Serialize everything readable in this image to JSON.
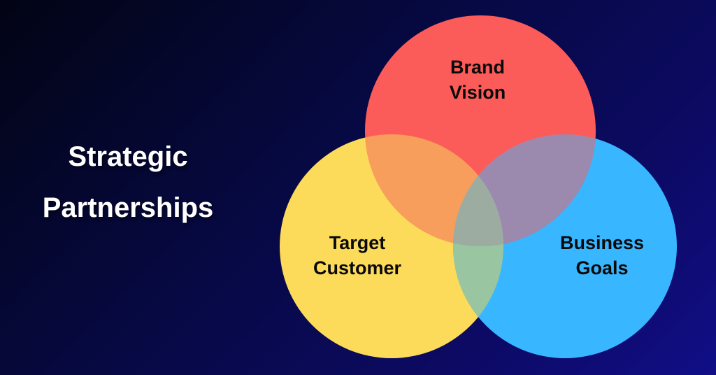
{
  "background": {
    "gradient_colors": [
      "#020414",
      "#070945",
      "#0C0A63",
      "#110E87"
    ],
    "gradient_direction": "top-left dark to bottom-right bright"
  },
  "title": {
    "line1": "Strategic",
    "line2": "Partnerships",
    "color": "#FFFFFF"
  },
  "venn": {
    "label_color": "#0A0A0A",
    "circles": {
      "brand": {
        "label_line1": "Brand",
        "label_line2": "Vision",
        "color": "#FC5C59"
      },
      "customer": {
        "label_line1": "Target",
        "label_line2": "Customer",
        "color": "#FDDB5A"
      },
      "goals": {
        "label_line1": "Business",
        "label_line2": "Goals",
        "color": "#38B6FF"
      }
    },
    "overlaps": {
      "brand_customer": "#F89E5C",
      "brand_goals": "#9B8AAE",
      "customer_goals": "#99C5A1",
      "all_three": "#9DACA1"
    }
  }
}
